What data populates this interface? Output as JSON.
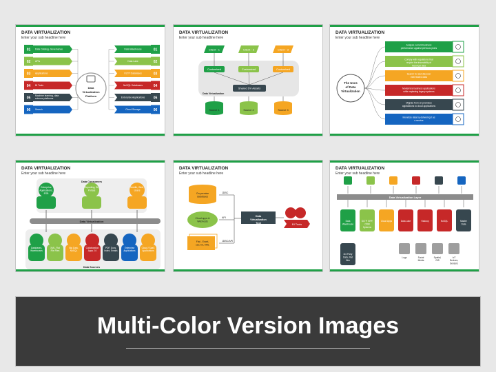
{
  "slides": [
    {
      "title": "DATA VIRTUALIZATION",
      "subtitle": "Enter your sub headline here",
      "left": [
        {
          "n": "01",
          "t": "Data Catalog, Governance"
        },
        {
          "n": "02",
          "t": "APIs"
        },
        {
          "n": "03",
          "t": "Applications"
        },
        {
          "n": "04",
          "t": "BI Tools"
        },
        {
          "n": "05",
          "t": "Machine learning, data science platforms"
        },
        {
          "n": "06",
          "t": "Search"
        }
      ],
      "right": [
        {
          "n": "01",
          "t": "Data Warehouse"
        },
        {
          "n": "02",
          "t": "Data Lake"
        },
        {
          "n": "03",
          "t": "OLTP Databases"
        },
        {
          "n": "04",
          "t": "NoSQL Databases"
        },
        {
          "n": "05",
          "t": "Enterprise Applications"
        },
        {
          "n": "06",
          "t": "Cloud Storage"
        }
      ],
      "center": "Data Virtualization Platform"
    },
    {
      "title": "DATA VIRTUALIZATION",
      "subtitle": "Enter your sub headline here",
      "clients": [
        "Client - 1",
        "Client - 2",
        "Client - 3"
      ],
      "customized": [
        "Customized",
        "Customized",
        "Customized"
      ],
      "shared": "Shared DV Assets",
      "layer": "Data Virtualization",
      "sources": [
        "Source 1",
        "Source 2",
        "Source 3"
      ]
    },
    {
      "title": "DATA VIRTUALIZATION",
      "subtitle": "Enter your sub headline here",
      "center": "The Uses of Data Virtualization",
      "items": [
        "Analyze current business performance against previous years",
        "Comply with regulations that require the traceability of historical data",
        "Search for and discover interrelated data",
        "Modernize business applications while replacing legacy systems",
        "Migrate from on-premises applications to cloud applications",
        "Monetize data by delivering it as a service"
      ]
    },
    {
      "title": "DATA VIRTUALIZATION",
      "subtitle": "Enter your sub headline here",
      "consumers_label": "Data Consumers",
      "consumers": [
        "Enterprise Applications, ESB",
        "Reporting, BI, Portals",
        "Mobile, Web, Users"
      ],
      "layer": "Data Virtualization",
      "sources_label": "Data Sources",
      "sources": [
        "Databases, Warehouses",
        "XML, Flat File Files",
        "Big Data, NoSQL",
        "Collaboration Apps 2.0",
        "PDF, Docs, Index, Emails",
        "Enterprise Applications",
        "Cloud / SaaS Applications"
      ]
    },
    {
      "title": "DATA VIRTUALIZATION",
      "subtitle": "Enter your sub headline here",
      "inputs": [
        "On-premise databases",
        "Cloud apps & Webhosts",
        "Flat - Excel, csv, txt, XML"
      ],
      "links": [
        "JDBC",
        "API",
        "JDBC/API"
      ],
      "tool": "Data Virtualization Tool",
      "output": "BI Tools"
    },
    {
      "title": "DATA VIRTUALIZATION",
      "subtitle": "Enter your sub headline here",
      "layer": "Data Virtualization Layer",
      "row": [
        "Data Warehouse",
        "OLTP, ERP, CRM Systems",
        "Cloud Apps",
        "Data Lake",
        "Hadoop",
        "NoSQL",
        "Master Data"
      ],
      "extra": "3rd Party Data, Flat files",
      "bottom": [
        "Logs",
        "Social Media",
        "Spatial, GIS",
        "IoT Devices, Sensors"
      ]
    }
  ],
  "banner": {
    "title": "Multi-Color Version Images"
  },
  "colors": {
    "green": "#1fa047",
    "lightgreen": "#8bc34a",
    "orange": "#f5a623",
    "red": "#c62828",
    "darkslate": "#37474f",
    "blue": "#1565c0",
    "teal": "#00897b"
  }
}
